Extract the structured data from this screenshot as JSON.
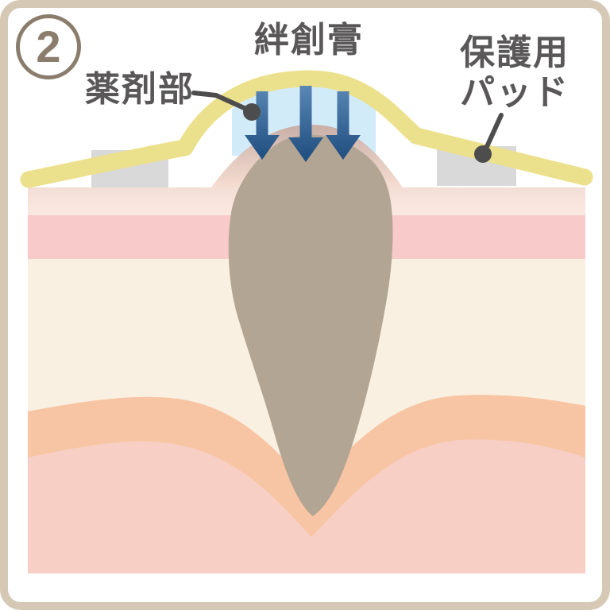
{
  "figure": {
    "step_number": "2",
    "description_type": "skin cross-section with corn plaster applied"
  },
  "labels": {
    "bandage": "絆創膏",
    "medicine_part": "薬剤部",
    "protective_pad_line1": "保護用",
    "protective_pad_line2": "パッド"
  },
  "colors": {
    "frame": "#d5c9b6",
    "badge": "#8b7d6c",
    "label_text": "#595757",
    "leader": "#4d4d4d",
    "bandage": "#ebe08c",
    "pad": "#d9d9d9",
    "medicine_gel": "#d2ebf9",
    "arrow_top": "#5d8ab8",
    "arrow_bottom": "#1c4b7d",
    "dome_top": "#c8afa6",
    "dome_bottom": "#f6ddd2",
    "corn": "#b3a593",
    "epidermis_top": "#f3ded6",
    "epidermis_bottom": "#fbe9e0",
    "dermis_pink": "#f9caca",
    "subcutis_cream": "#faf0e1",
    "fat_orange": "#f8c5a4",
    "deep_pink": "#f7cfc4"
  }
}
